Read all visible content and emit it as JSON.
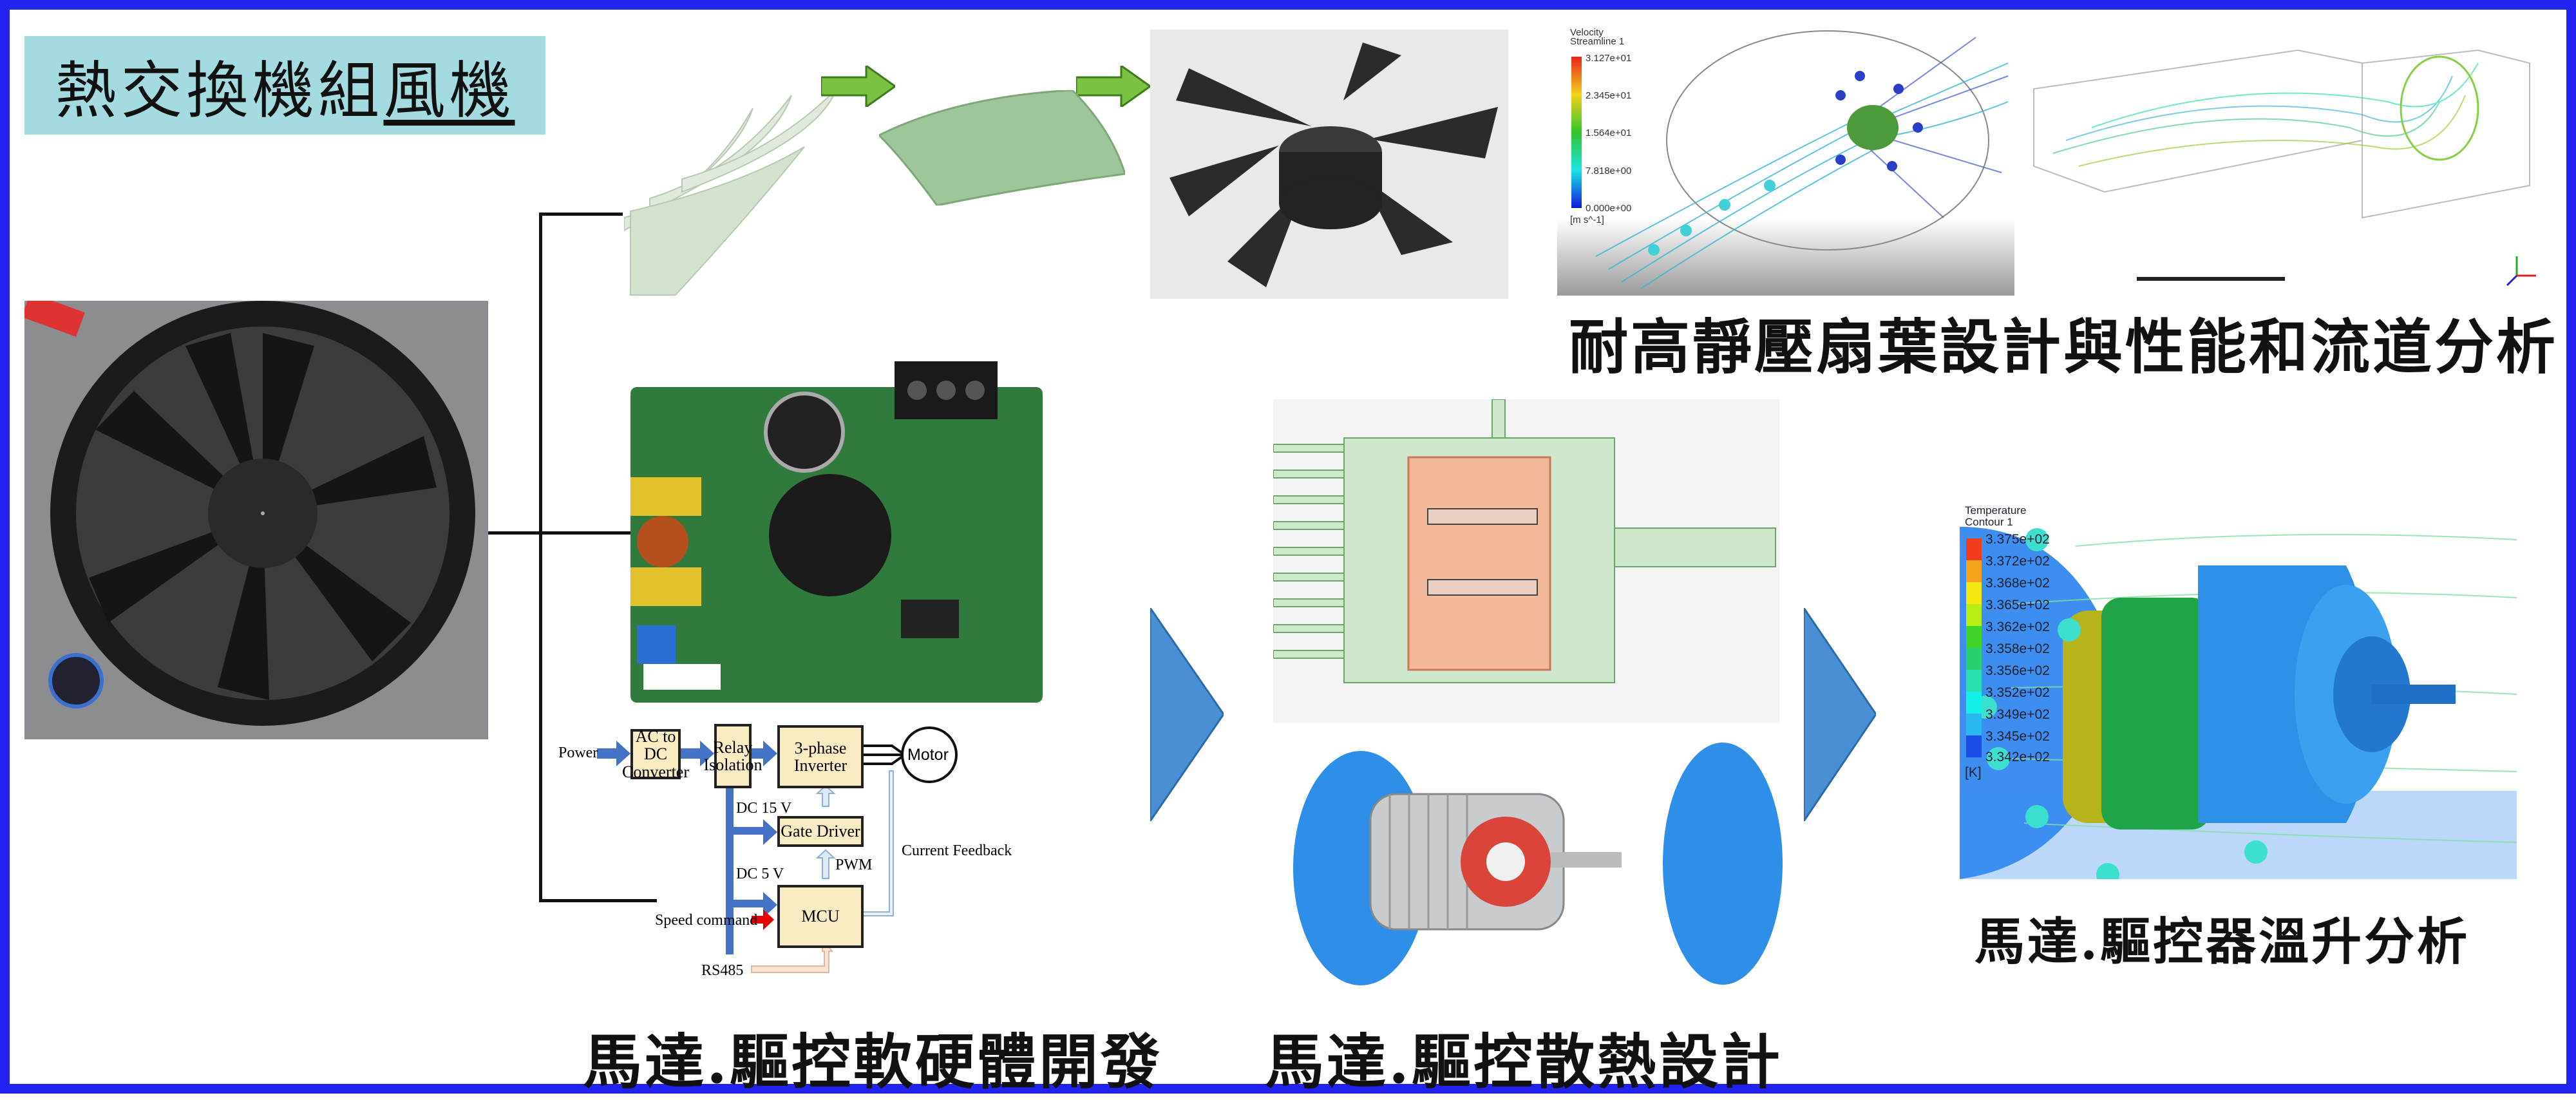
{
  "title": {
    "prefix": "熱交換機組",
    "underlined": "風機"
  },
  "captions": {
    "blade_analysis": "耐高靜壓扇葉設計與性能和流道分析",
    "motor_dev": "馬達.驅控軟硬體開發",
    "thermal_design": "馬達.驅控散熱設計",
    "temp_rise": "馬達.驅控器溫升分析"
  },
  "block_diagram": {
    "power": "Power",
    "ac_dc": "AC to DC Converter",
    "relay": "Relay Isolation",
    "inverter": "3-phase Inverter",
    "motor": "Motor",
    "dc15": "DC 15 V",
    "gate_driver": "Gate Driver",
    "pwm": "PWM",
    "current_feedback": "Current Feedback",
    "dc5": "DC 5 V",
    "mcu": "MCU",
    "speed_command": "Speed command",
    "rs485": "RS485"
  },
  "velocity_legend": {
    "title1": "Velocity",
    "title2": "Streamline 1",
    "ticks": [
      "3.127e+01",
      "2.345e+01",
      "1.564e+01",
      "7.818e+00",
      "0.000e+00"
    ],
    "unit": "[m s^-1]"
  },
  "temperature_legend": {
    "title1": "Temperature",
    "title2": "Contour 1",
    "ticks": [
      "3.375e+02",
      "3.372e+02",
      "3.368e+02",
      "3.365e+02",
      "3.362e+02",
      "3.358e+02",
      "3.356e+02",
      "3.352e+02",
      "3.349e+02",
      "3.345e+02",
      "3.342e+02"
    ],
    "unit": "[K]"
  },
  "colors": {
    "border": "#2323f0",
    "title_bg": "#a3dbe0",
    "arrow_green": "#7cc242",
    "triangle_blue": "#4a8fd4",
    "box_fill": "#f9ecc3"
  }
}
